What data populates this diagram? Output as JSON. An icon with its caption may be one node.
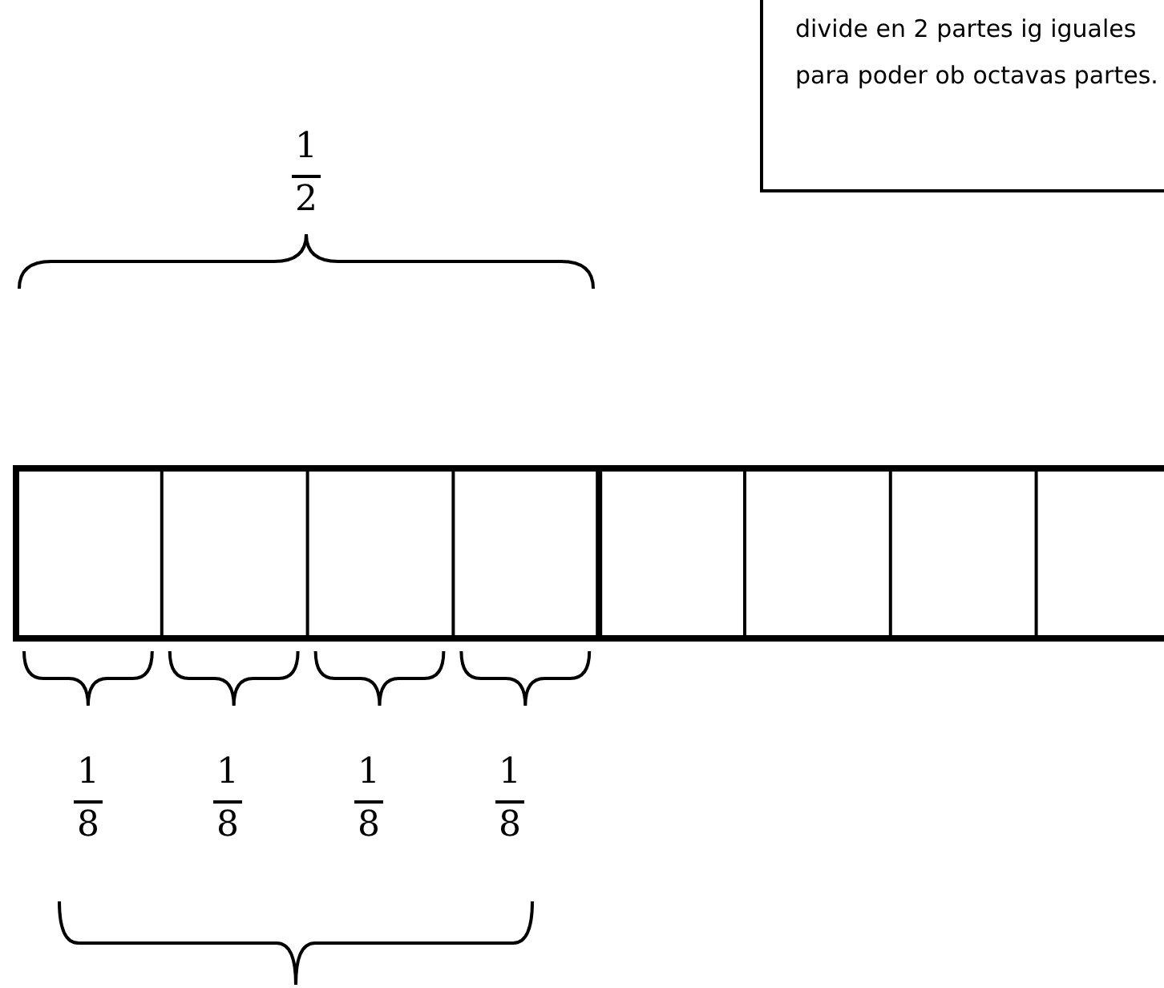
{
  "diagram": {
    "labels": [
      "divide en 2 partes ig iguales para poder ob octavas partes.",
      "1",
      "2",
      "1",
      "8",
      "1",
      "8",
      "1",
      "8",
      "1",
      "8"
    ]
  }
}
